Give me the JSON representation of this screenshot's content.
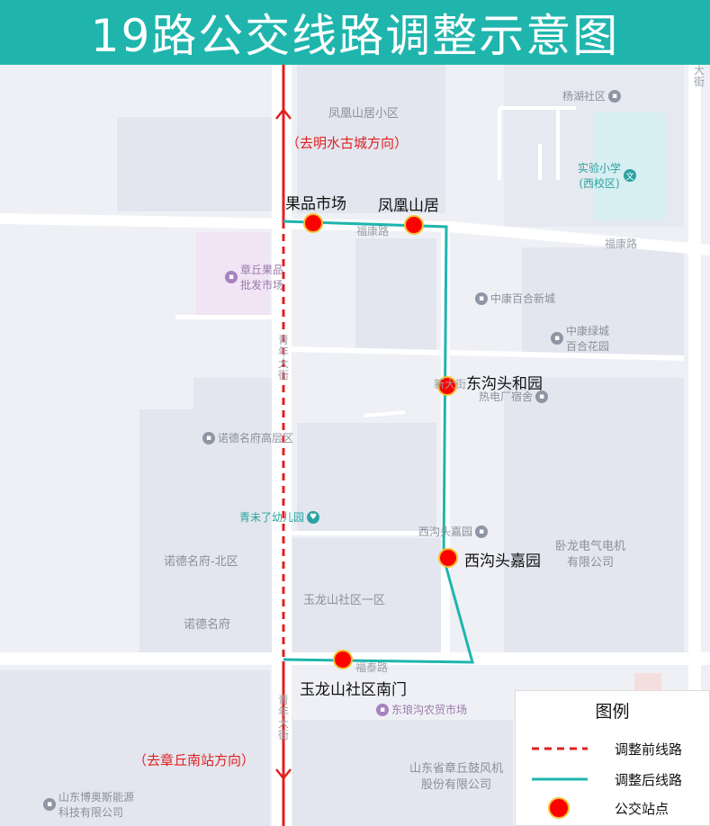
{
  "title": "19路公交线路调整示意图",
  "map": {
    "direction_north": "（去明水古城方向）",
    "direction_south": "（去章丘南站方向）",
    "stops": [
      {
        "name": "果品市场"
      },
      {
        "name": "凤凰山居"
      },
      {
        "name": "东沟头和园"
      },
      {
        "name": "西沟头嘉园"
      },
      {
        "name": "玉龙山社区南门"
      }
    ],
    "places": [
      "凤凰山居小区",
      "杨湖社区",
      "实验小学\n(西校区)",
      "福康路",
      "福康路",
      "章丘果品\n批发市场",
      "中康百合新城",
      "中康绿城\n百合花园",
      "热电厂宿舍",
      "诺德名府高层区",
      "青未了幼儿园",
      "西沟头嘉园",
      "卧龙电气电机\n有限公司",
      "诺德名府-北区",
      "玉龙山社区一区",
      "诺德名府",
      "福泰路",
      "东琅沟农贸市场",
      "山东省章丘鼓风机\n股份有限公司",
      "山东博奥斯能源\n科技有限公司",
      "青年大街",
      "青年大街",
      "大街",
      "新大街"
    ]
  },
  "legend": {
    "title": "图例",
    "items": [
      {
        "label": "调整前线路",
        "color": "#e02020"
      },
      {
        "label": "调整后线路",
        "color": "#1fb5ad"
      },
      {
        "label": "公交站点",
        "color": "#ff0000"
      }
    ]
  }
}
